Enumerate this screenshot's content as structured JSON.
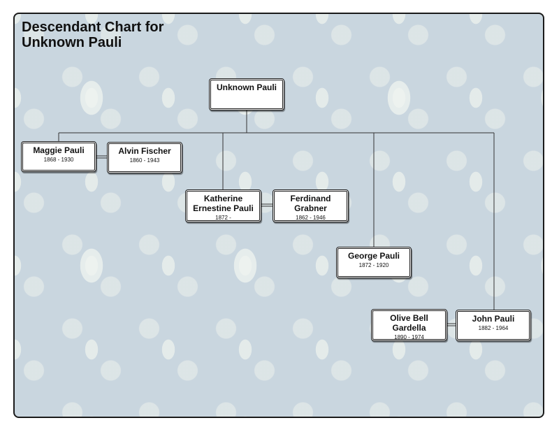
{
  "chart": {
    "title_line1": "Descendant Chart for",
    "title_line2": "Unknown Pauli",
    "root": {
      "name": "Unknown Pauli",
      "dates": ""
    },
    "people": [
      {
        "id": "maggie",
        "name": "Maggie Pauli",
        "dates": "1868 - 1930",
        "role": "child"
      },
      {
        "id": "alvin",
        "name": "Alvin Fischer",
        "dates": "1860 - 1943",
        "role": "spouse-of-maggie"
      },
      {
        "id": "katherine",
        "name_line1": "Katherine",
        "name_line2": "Ernestine Pauli",
        "dates": "1872 -",
        "role": "child"
      },
      {
        "id": "ferdinand",
        "name_line1": "Ferdinand",
        "name_line2": "Grabner",
        "dates": "1862 - 1946",
        "role": "spouse-of-katherine"
      },
      {
        "id": "george",
        "name": "George Pauli",
        "dates": "1872 - 1920",
        "role": "child"
      },
      {
        "id": "olive",
        "name_line1": "Olive Bell",
        "name_line2": "Gardella",
        "dates": "1890 - 1974",
        "role": "spouse-of-john"
      },
      {
        "id": "john",
        "name": "John Pauli",
        "dates": "1882 - 1964",
        "role": "child"
      }
    ]
  },
  "colors": {
    "background": "#c9d6df",
    "border": "#1a1a1a",
    "box": "#ffffff",
    "line": "#333333"
  }
}
